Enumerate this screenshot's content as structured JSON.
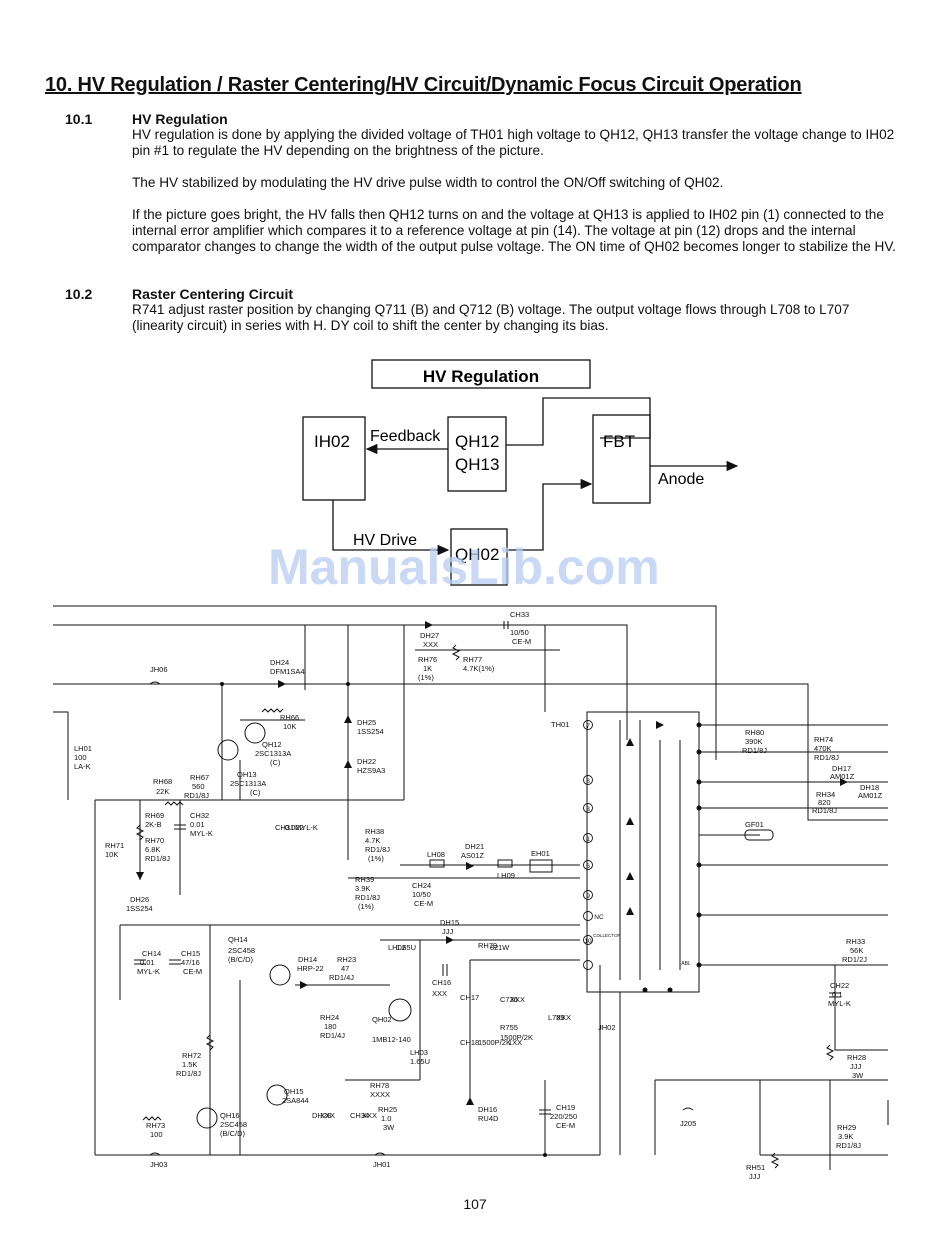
{
  "title": "10. HV Regulation / Raster Centering/HV Circuit/Dynamic Focus Circuit Operation",
  "sections": [
    {
      "number": "10.1",
      "heading": "HV Regulation",
      "paragraphs": [
        "HV regulation is done by applying the divided voltage of TH01 high voltage to QH12, QH13 transfer the voltage change to IH02 pin #1 to regulate the HV depending on the brightness of the picture.",
        "The HV stabilized by modulating the HV drive pulse width to control the ON/Off switching of QH02.",
        "If the picture goes bright, the HV falls then QH12 turns on and the voltage at QH13 is applied to IH02 pin (1) connected to the internal error amplifier which compares it to a reference voltage at pin (14). The voltage at pin (12) drops and the internal comparator changes to change the width of the output pulse voltage. The ON time of QH02 becomes longer to stabilize the HV."
      ]
    },
    {
      "number": "10.2",
      "heading": "Raster Centering Circuit",
      "paragraphs": [
        "R741 adjust raster position by changing Q711 (B) and Q712 (B) voltage. The output voltage flows through L708 to L707 (linearity circuit) in series with H. DY coil to shift the center by changing its bias."
      ]
    }
  ],
  "block_diagram": {
    "title": "HV Regulation",
    "blocks": {
      "ih02": "IH02",
      "qh12": "QH12",
      "qh13": "QH13",
      "fbt": "FBT",
      "qh02": "QH02"
    },
    "labels": {
      "feedback": "Feedback",
      "anode": "Anode",
      "hv_drive": "HV Drive"
    }
  },
  "schematic": {
    "connectors": {
      "jh06": "JH06",
      "jh03": "JH03",
      "jh01": "JH01",
      "jh02": "JH02",
      "j205": "J205"
    },
    "parts": {
      "ch33": [
        "CH33",
        "10/50",
        "CE-M"
      ],
      "dh27": [
        "DH27",
        "XXX"
      ],
      "rh76": [
        "RH76",
        "1K",
        "(1%)"
      ],
      "rh77": [
        "RH77",
        "4.7K(1%)"
      ],
      "dh24": [
        "DH24",
        "DFM1SA4"
      ],
      "rh66": [
        "RH66",
        "10K"
      ],
      "qh12": [
        "QH12",
        "2SC1313A",
        "(C)"
      ],
      "qh13": [
        "QH13",
        "2SC1313A",
        "(C)"
      ],
      "lh01": [
        "LH01",
        "100",
        "LA-K"
      ],
      "rh68": [
        "RH68",
        "22K"
      ],
      "rh67": [
        "RH67",
        "560",
        "RD1/8J"
      ],
      "rh69": [
        "RH69",
        "2K-B"
      ],
      "ch32": [
        "CH32",
        "0.01",
        "MYL-K"
      ],
      "rh71": [
        "RH71",
        "10K"
      ],
      "rh70": [
        "RH70",
        "6.8K",
        "RD1/8J"
      ],
      "dh26": [
        "DH26",
        "1SS254"
      ],
      "dh25": [
        "DH25",
        "1SS254"
      ],
      "dh22": [
        "DH22",
        "HZS9A3"
      ],
      "ch31": [
        "CH31",
        "0.022",
        "MYL-K"
      ],
      "rh38": [
        "RH38",
        "4.7K",
        "RD1/8J",
        "(1%)"
      ],
      "lh08": "LH08",
      "dh21": [
        "DH21",
        "AS01Z"
      ],
      "eh01": "EH01",
      "lh09": "LH09",
      "rh39": [
        "RH39",
        "3.9K",
        "RD1/8J",
        "(1%)"
      ],
      "ch24": [
        "CH24",
        "10/50",
        "CE-M"
      ],
      "th01": "TH01",
      "rh80": [
        "RH80",
        "390K",
        "RD1/8J"
      ],
      "rh74": [
        "RH74",
        "470K",
        "RD1/8J"
      ],
      "dh17": [
        "DH17",
        "AM01Z"
      ],
      "dh18": [
        "DH18",
        "AM01Z"
      ],
      "rh34": [
        "RH34",
        "820",
        "RD1/8J"
      ],
      "gf01": "GF01",
      "ch14": [
        "CH14",
        "0.01",
        "MYL-K"
      ],
      "ch15": [
        "CH15",
        "47/16",
        "CE-M"
      ],
      "qh14": [
        "QH14",
        "2SC458",
        "(B/C/D)"
      ],
      "dh14": [
        "DH14",
        "HRP-22"
      ],
      "rh23": [
        "RH23",
        "47",
        "RD1/4J"
      ],
      "dh15": [
        "DH15",
        "JJJ"
      ],
      "lh02": [
        "LH02",
        "1.65U"
      ],
      "ch16": [
        "CH16",
        "XXX"
      ],
      "rh79": [
        "RH79",
        "82",
        "1W"
      ],
      "rh24": [
        "RH24",
        "180",
        "RD1/4J"
      ],
      "qh02": [
        "QH02",
        "1MB12-140"
      ],
      "lh03": [
        "LH03",
        "1.65U"
      ],
      "ch17": "CH17",
      "ch18": [
        "CH18",
        "1500P/2K"
      ],
      "r755": [
        "R755",
        "1500P/2K",
        "1XX"
      ],
      "c736": [
        "C736",
        "XXX"
      ],
      "l709": [
        "L709",
        "XXX"
      ],
      "rh33": [
        "RH33",
        "56K",
        "RD1/2J"
      ],
      "ch22": [
        "CH22",
        "0.1",
        "MYL-K"
      ],
      "rh72": [
        "RH72",
        "1.5K",
        "RD1/8J"
      ],
      "qh15": [
        "QH15",
        "2SA844"
      ],
      "rh78": [
        "RH78",
        "XXXX"
      ],
      "rh25": [
        "RH25",
        "1.0",
        "3W"
      ],
      "dh16": [
        "DH16",
        "RU4D"
      ],
      "ch19": [
        "CH19",
        "220/250",
        "CE-M"
      ],
      "rh28": [
        "RH28",
        "JJJ",
        "3W"
      ],
      "rh73": [
        "RH73",
        "100"
      ],
      "qh16": [
        "QH16",
        "2SC458",
        "(B/C/D)"
      ],
      "dh28": [
        "DH28",
        "XXX"
      ],
      "ch34": [
        "CH34",
        "XXX"
      ],
      "rh29": [
        "RH29",
        "3.9K",
        "RD1/8J"
      ],
      "rh51": [
        "RH51",
        "JJJ"
      ]
    },
    "pins": [
      "1",
      "2",
      "3",
      "4",
      "5",
      "6",
      "7",
      "8",
      "9",
      "10",
      "11",
      "12",
      "13",
      "NC",
      "COLLECTOR",
      "ABL",
      "F"
    ]
  },
  "watermark": "ManualsLib.com",
  "page_number": "107"
}
